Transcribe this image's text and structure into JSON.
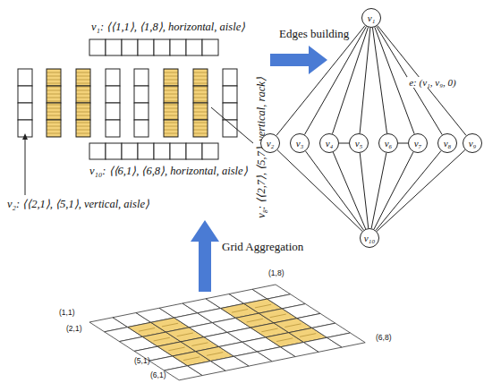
{
  "diagram": {
    "nodes": [
      {
        "text": [
          "v₁"
        ]
      },
      {
        "text": [
          "v₂"
        ]
      },
      {
        "text": [
          "v₃"
        ]
      },
      {
        "text": [
          "v₄"
        ]
      },
      {
        "text": [
          "v₅"
        ]
      },
      {
        "text": [
          "v₆"
        ]
      },
      {
        "text": [
          "v₇"
        ]
      },
      {
        "text": [
          "v₈"
        ]
      },
      {
        "text": [
          "v₉"
        ]
      },
      {
        "text": [
          "v₁₀"
        ]
      }
    ],
    "edges": [
      {
        "from": 0,
        "to": 1,
        "arrow": "none"
      },
      {
        "from": 0,
        "to": 2,
        "arrow": "none"
      },
      {
        "from": 0,
        "to": 3,
        "arrow": "none"
      },
      {
        "from": 0,
        "to": 4,
        "arrow": "none"
      },
      {
        "from": 0,
        "to": 5,
        "arrow": "none"
      },
      {
        "from": 0,
        "to": 6,
        "arrow": "none"
      },
      {
        "from": 0,
        "to": 7,
        "arrow": "none"
      },
      {
        "from": 0,
        "to": 8,
        "label": "e: (v₁, v₉, 0)",
        "arrow": "none"
      },
      {
        "from": 1,
        "to": 9,
        "arrow": "none"
      },
      {
        "from": 2,
        "to": 9,
        "arrow": "none"
      },
      {
        "from": 3,
        "to": 9,
        "arrow": "none"
      },
      {
        "from": 4,
        "to": 9,
        "arrow": "none"
      },
      {
        "from": 5,
        "to": 9,
        "arrow": "none"
      },
      {
        "from": 6,
        "to": 9,
        "arrow": "none"
      },
      {
        "from": 7,
        "to": 9,
        "arrow": "none"
      },
      {
        "from": 8,
        "to": 9,
        "arrow": "none"
      },
      {
        "from": 3,
        "to": 4,
        "arrow": "none"
      },
      {
        "from": 5,
        "to": 6,
        "arrow": "none"
      }
    ],
    "labels": [
      "v₁: ⟨⟨1,1⟩, ⟨1,8⟩, horizontal, aisle⟩",
      "v₁₀: ⟨⟨6,1⟩, ⟨6,8⟩, horizontal, aisle⟩",
      "v₂: ⟨⟨2,1⟩, ⟨5,1⟩, vertical, aisle⟩",
      "v₈: ⟨⟨2,7⟩, ⟨5,7⟩, vertical, rack⟩",
      "Edges building",
      "Grid Aggregation",
      "(1,1)",
      "(2,1)",
      "(5,1)",
      "(6,1)",
      "(1,8)",
      "(6,8)"
    ]
  }
}
